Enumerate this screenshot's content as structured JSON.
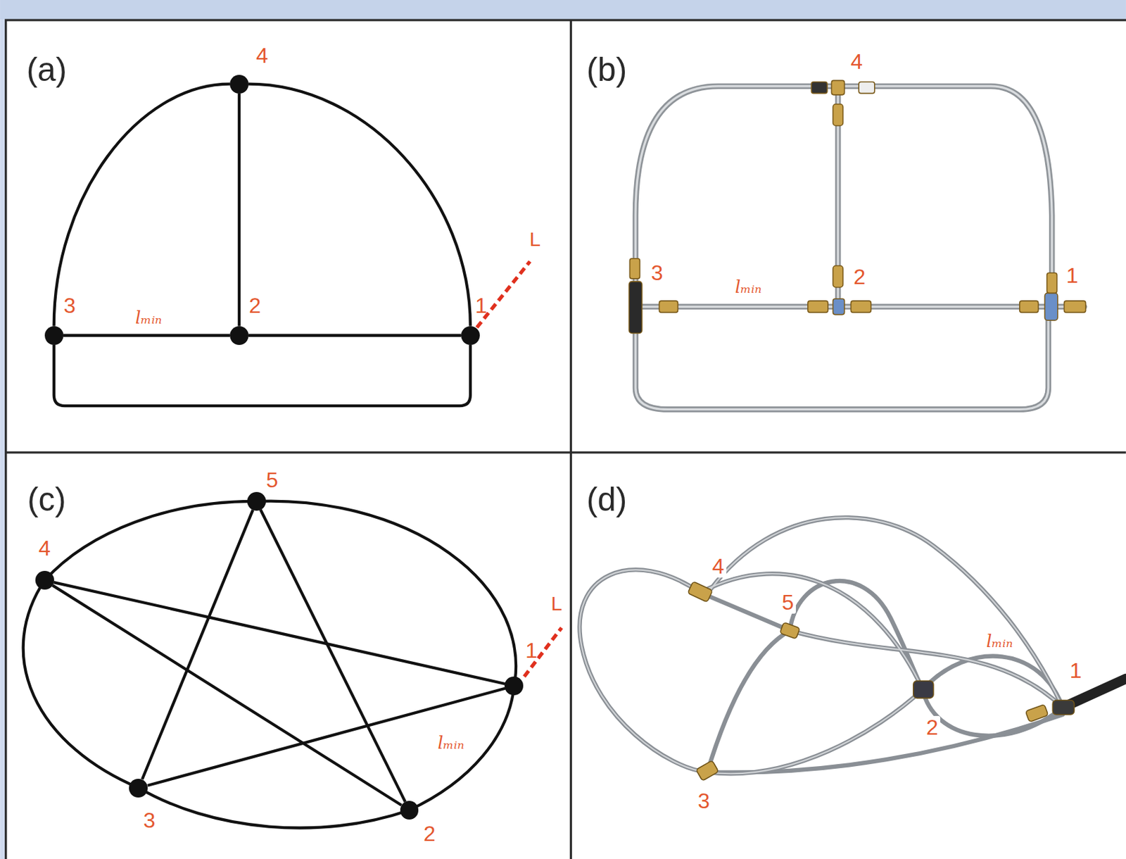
{
  "diagram": {
    "nodes": [
      {
        "text": [
          "4"
        ]
      },
      {
        "text": [
          "3"
        ]
      },
      {
        "text": [
          "2"
        ]
      },
      {
        "text": [
          "1"
        ]
      },
      {
        "text": [
          "5"
        ]
      },
      {
        "text": [
          "4"
        ]
      },
      {
        "text": [
          "1"
        ]
      },
      {
        "text": [
          "3"
        ]
      },
      {
        "text": [
          "2"
        ]
      }
    ],
    "edges": [
      {
        "from": 1,
        "to": 2,
        "arrow": "none"
      },
      {
        "from": 2,
        "to": 3,
        "arrow": "none"
      },
      {
        "from": 2,
        "to": 0,
        "arrow": "none"
      },
      {
        "from": 1,
        "to": 0,
        "arrow": "none"
      },
      {
        "from": 0,
        "to": 3,
        "arrow": "none"
      },
      {
        "from": 1,
        "to": 3,
        "arrow": "none"
      },
      {
        "from": 5,
        "to": 4,
        "arrow": "none"
      },
      {
        "from": 4,
        "to": 6,
        "arrow": "none"
      },
      {
        "from": 6,
        "to": 8,
        "arrow": "none"
      },
      {
        "from": 8,
        "to": 7,
        "arrow": "none"
      },
      {
        "from": 7,
        "to": 5,
        "arrow": "none"
      },
      {
        "from": 4,
        "to": 7,
        "arrow": "none"
      },
      {
        "from": 4,
        "to": 8,
        "arrow": "none"
      },
      {
        "from": 5,
        "to": 6,
        "arrow": "none"
      },
      {
        "from": 5,
        "to": 8,
        "arrow": "none"
      },
      {
        "from": 6,
        "to": 7,
        "arrow": "none"
      }
    ],
    "labels": [
      "(a)",
      "L",
      "lₘᵢₙ",
      "(b)",
      "4",
      "3",
      "lₘᵢₙ",
      "2",
      "1",
      "(c)",
      "L",
      "lₘᵢₙ",
      "(d)",
      "4",
      "5",
      "lₘᵢₙ",
      "1",
      "2",
      "3"
    ]
  }
}
